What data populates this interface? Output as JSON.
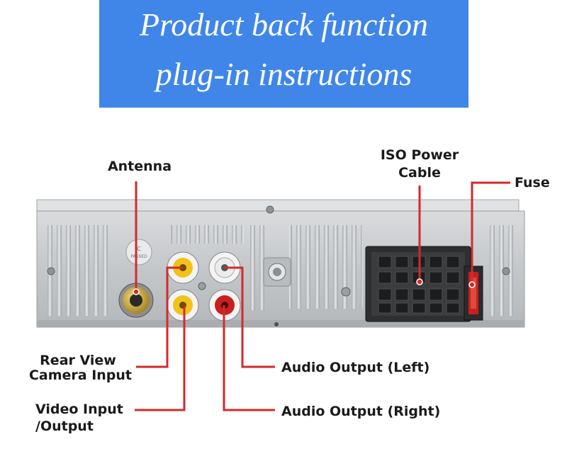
{
  "banner": {
    "line1": "Product back function",
    "line2": "plug-in instructions",
    "color": "#3f86e8"
  },
  "labels": {
    "antenna": "Antenna",
    "iso_power_1": "ISO Power",
    "iso_power_2": "Cable",
    "fuse": "Fuse",
    "rear_view_1": "Rear View",
    "rear_view_2": "Camera Input",
    "video_1": "Video Input",
    "video_2": "/Output",
    "audio_left": "Audio Output (Left)",
    "audio_right": "Audio Output (Right)"
  },
  "badge": {
    "line1": "C",
    "line2": "PASSED"
  },
  "colors": {
    "leader": "#d42a2a",
    "panel": "#c9ccce",
    "rca_yellow": "#f2c21a",
    "rca_white": "#ececec",
    "rca_red": "#c8201e"
  }
}
